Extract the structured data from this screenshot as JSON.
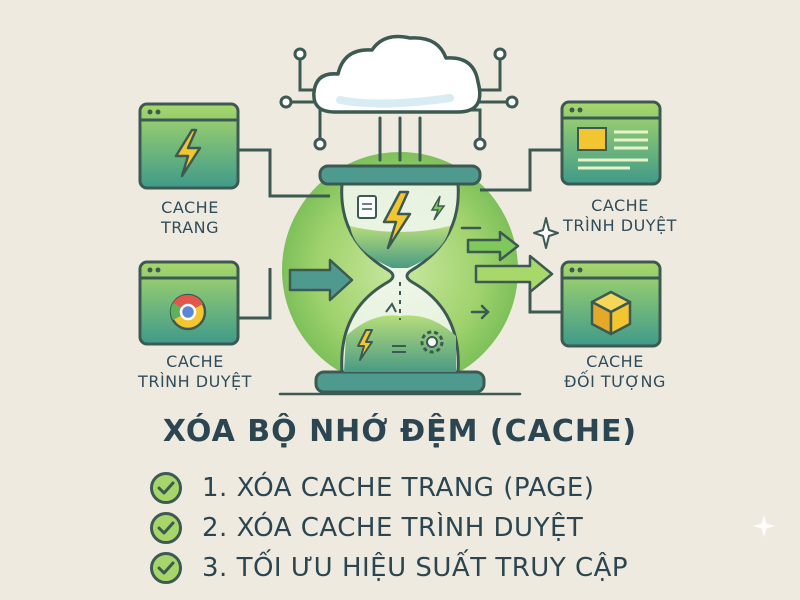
{
  "nodes": {
    "page_cache": "CACHE\nTRANG",
    "browser_cache_left": "CACHE\nTRÌNH DUYỆT",
    "browser_cache_right": "CACHE\nTRÌNH DUYỆT",
    "object_cache": "CACHE\nĐỐI TƯỢNG"
  },
  "title": "XÓA BỘ NHỚ ĐỆM (CACHE)",
  "steps": [
    "1. XÓA CACHE TRANG (PAGE)",
    "2. XÓA CACHE TRÌNH DUYỆT",
    "3. TỐI ƯU HIỆU SUẤT TRUY CẬP"
  ],
  "icons": {
    "cloud": "cloud-icon",
    "hourglass": "hourglass-icon",
    "lightning": "lightning-icon",
    "browser": "browser-icon",
    "cube": "cube-icon",
    "check": "check-icon"
  },
  "colors": {
    "outline": "#3c5a52",
    "green": "#7fc85c",
    "teal": "#4f9a8f",
    "yellow": "#f3c531",
    "background": "#efeae0"
  }
}
